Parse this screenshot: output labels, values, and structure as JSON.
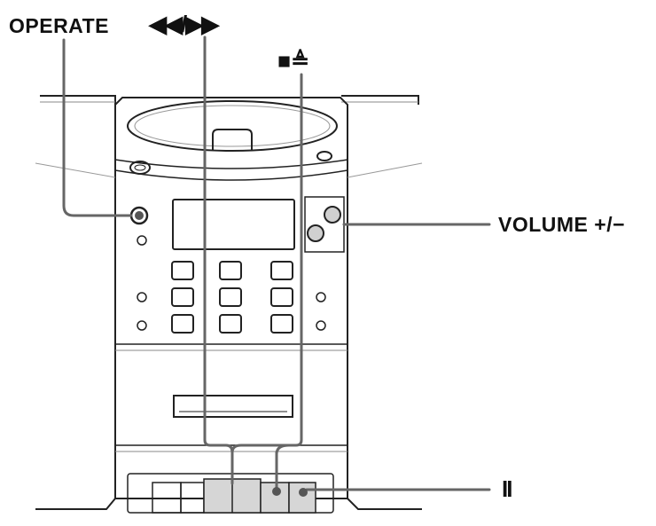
{
  "labels": {
    "operate": "OPERATE",
    "rewind_ff": "◀◀/▶▶",
    "stop_eject": "■≜",
    "volume": "VOLUME +/−",
    "pause": "II"
  },
  "colors": {
    "line": "#222222",
    "callout": "#666666",
    "highlight_fill": "#d6d6d6"
  }
}
